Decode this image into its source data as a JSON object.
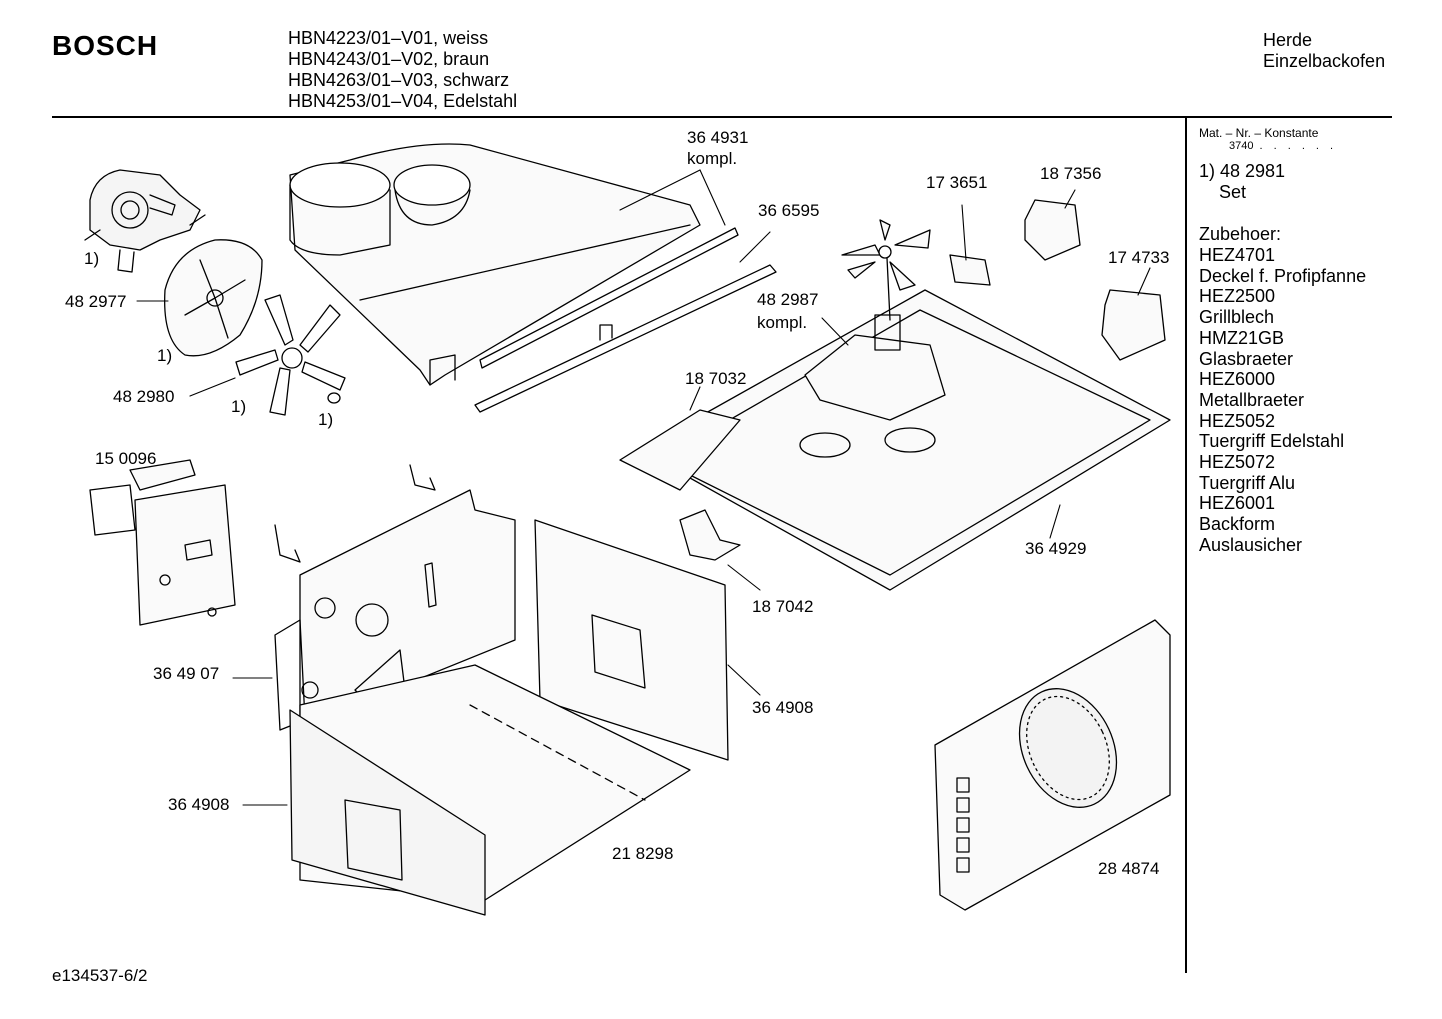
{
  "header": {
    "brand": "BOSCH",
    "models": [
      "HBN4223/01–V01, weiss",
      "HBN4243/01–V02, braun",
      "HBN4263/01–V03, schwarz",
      "HBN4253/01–V04, Edelstahl"
    ],
    "category_line1": "Herde",
    "category_line2": "Einzelbackofen"
  },
  "sidebar": {
    "mat_label": "Mat. – Nr. – Konstante",
    "mat_value": "3740",
    "mat_dots": ". . . . . .",
    "footnote": "1) 48 2981",
    "footnote_set": "Set",
    "accessories_header": "Zubehoer:",
    "accessories": [
      "HEZ4701",
      "Deckel f. Profipfanne",
      "HEZ2500",
      "Grillblech",
      "HMZ21GB",
      "Glasbraeter",
      "HEZ6000",
      "Metallbraeter",
      "HEZ5052",
      "Tuergriff Edelstahl",
      "HEZ5072",
      "Tuergriff Alu",
      "HEZ6001",
      "Backform",
      "Auslausicher"
    ]
  },
  "part_labels": {
    "p364931": "36 4931",
    "p364931_komplett": "kompl.",
    "p366595": "36 6595",
    "p173651": "17 3651",
    "p187356": "18 7356",
    "p174733": "17 4733",
    "p482987": "48 2987",
    "p482987_komplett": "kompl.",
    "p482977": "48 2977",
    "p482980": "48 2980",
    "p150096": "15 0096",
    "p187032": "18 7032",
    "p364929": "36 4929",
    "p187042": "18 7042",
    "p364907": "36 49 07",
    "p364908_right": "36 4908",
    "p364908_left": "36 4908",
    "p218298": "21 8298",
    "p284874": "28 4874",
    "note_motor": "1)",
    "note_plate": "1)",
    "note_fan": "1)",
    "note_nut": "1)"
  },
  "footer": {
    "drawing_id": "e134537-6/2"
  }
}
